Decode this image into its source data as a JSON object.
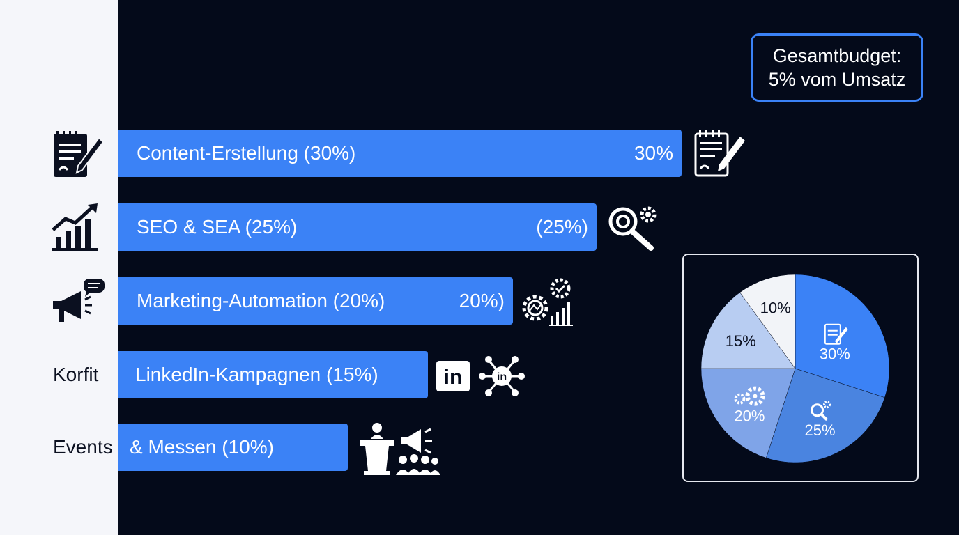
{
  "budget": {
    "line1": "Gesamtbudget:",
    "line2": "5% vom Umsatz"
  },
  "left_words": {
    "korfit": "Korfit",
    "events": "Events"
  },
  "colors": {
    "background": "#040a1a",
    "bar": "#3b82f6",
    "left_panel": "#f5f6fa",
    "pie": [
      "#3b82f6",
      "#4a84e0",
      "#7fa4e8",
      "#b8cdf2",
      "#f2f4f8"
    ]
  },
  "chart_data": [
    {
      "type": "bar",
      "orientation": "horizontal",
      "categories": [
        "Content-Erstellung (30%)",
        "SEO & SEA (25%)",
        "Marketing-Automation (20%)",
        "LinkedIn-Kampagnen (15%)",
        "& Messen (10%)"
      ],
      "values": [
        30,
        25,
        20,
        15,
        10
      ],
      "value_labels": [
        "30%",
        "(25%)",
        "20%)",
        "",
        ""
      ],
      "icons": [
        [
          "notepad-pen-icon",
          "notepad-pen-icon"
        ],
        [
          "growth-chart-icon",
          "search-gear-icon"
        ],
        [
          "megaphone-chat-icon",
          "gears-chart-icon"
        ],
        [
          "",
          "linkedin-network-icon"
        ],
        [
          "",
          "podium-audience-icon"
        ]
      ]
    },
    {
      "type": "pie",
      "labels": [
        "30%",
        "25%",
        "20%",
        "15%",
        "10%"
      ],
      "values": [
        30,
        25,
        20,
        15,
        10
      ],
      "icons": [
        "notepad-pen-icon",
        "search-gear-icon",
        "gears-icon",
        "",
        ""
      ]
    }
  ]
}
